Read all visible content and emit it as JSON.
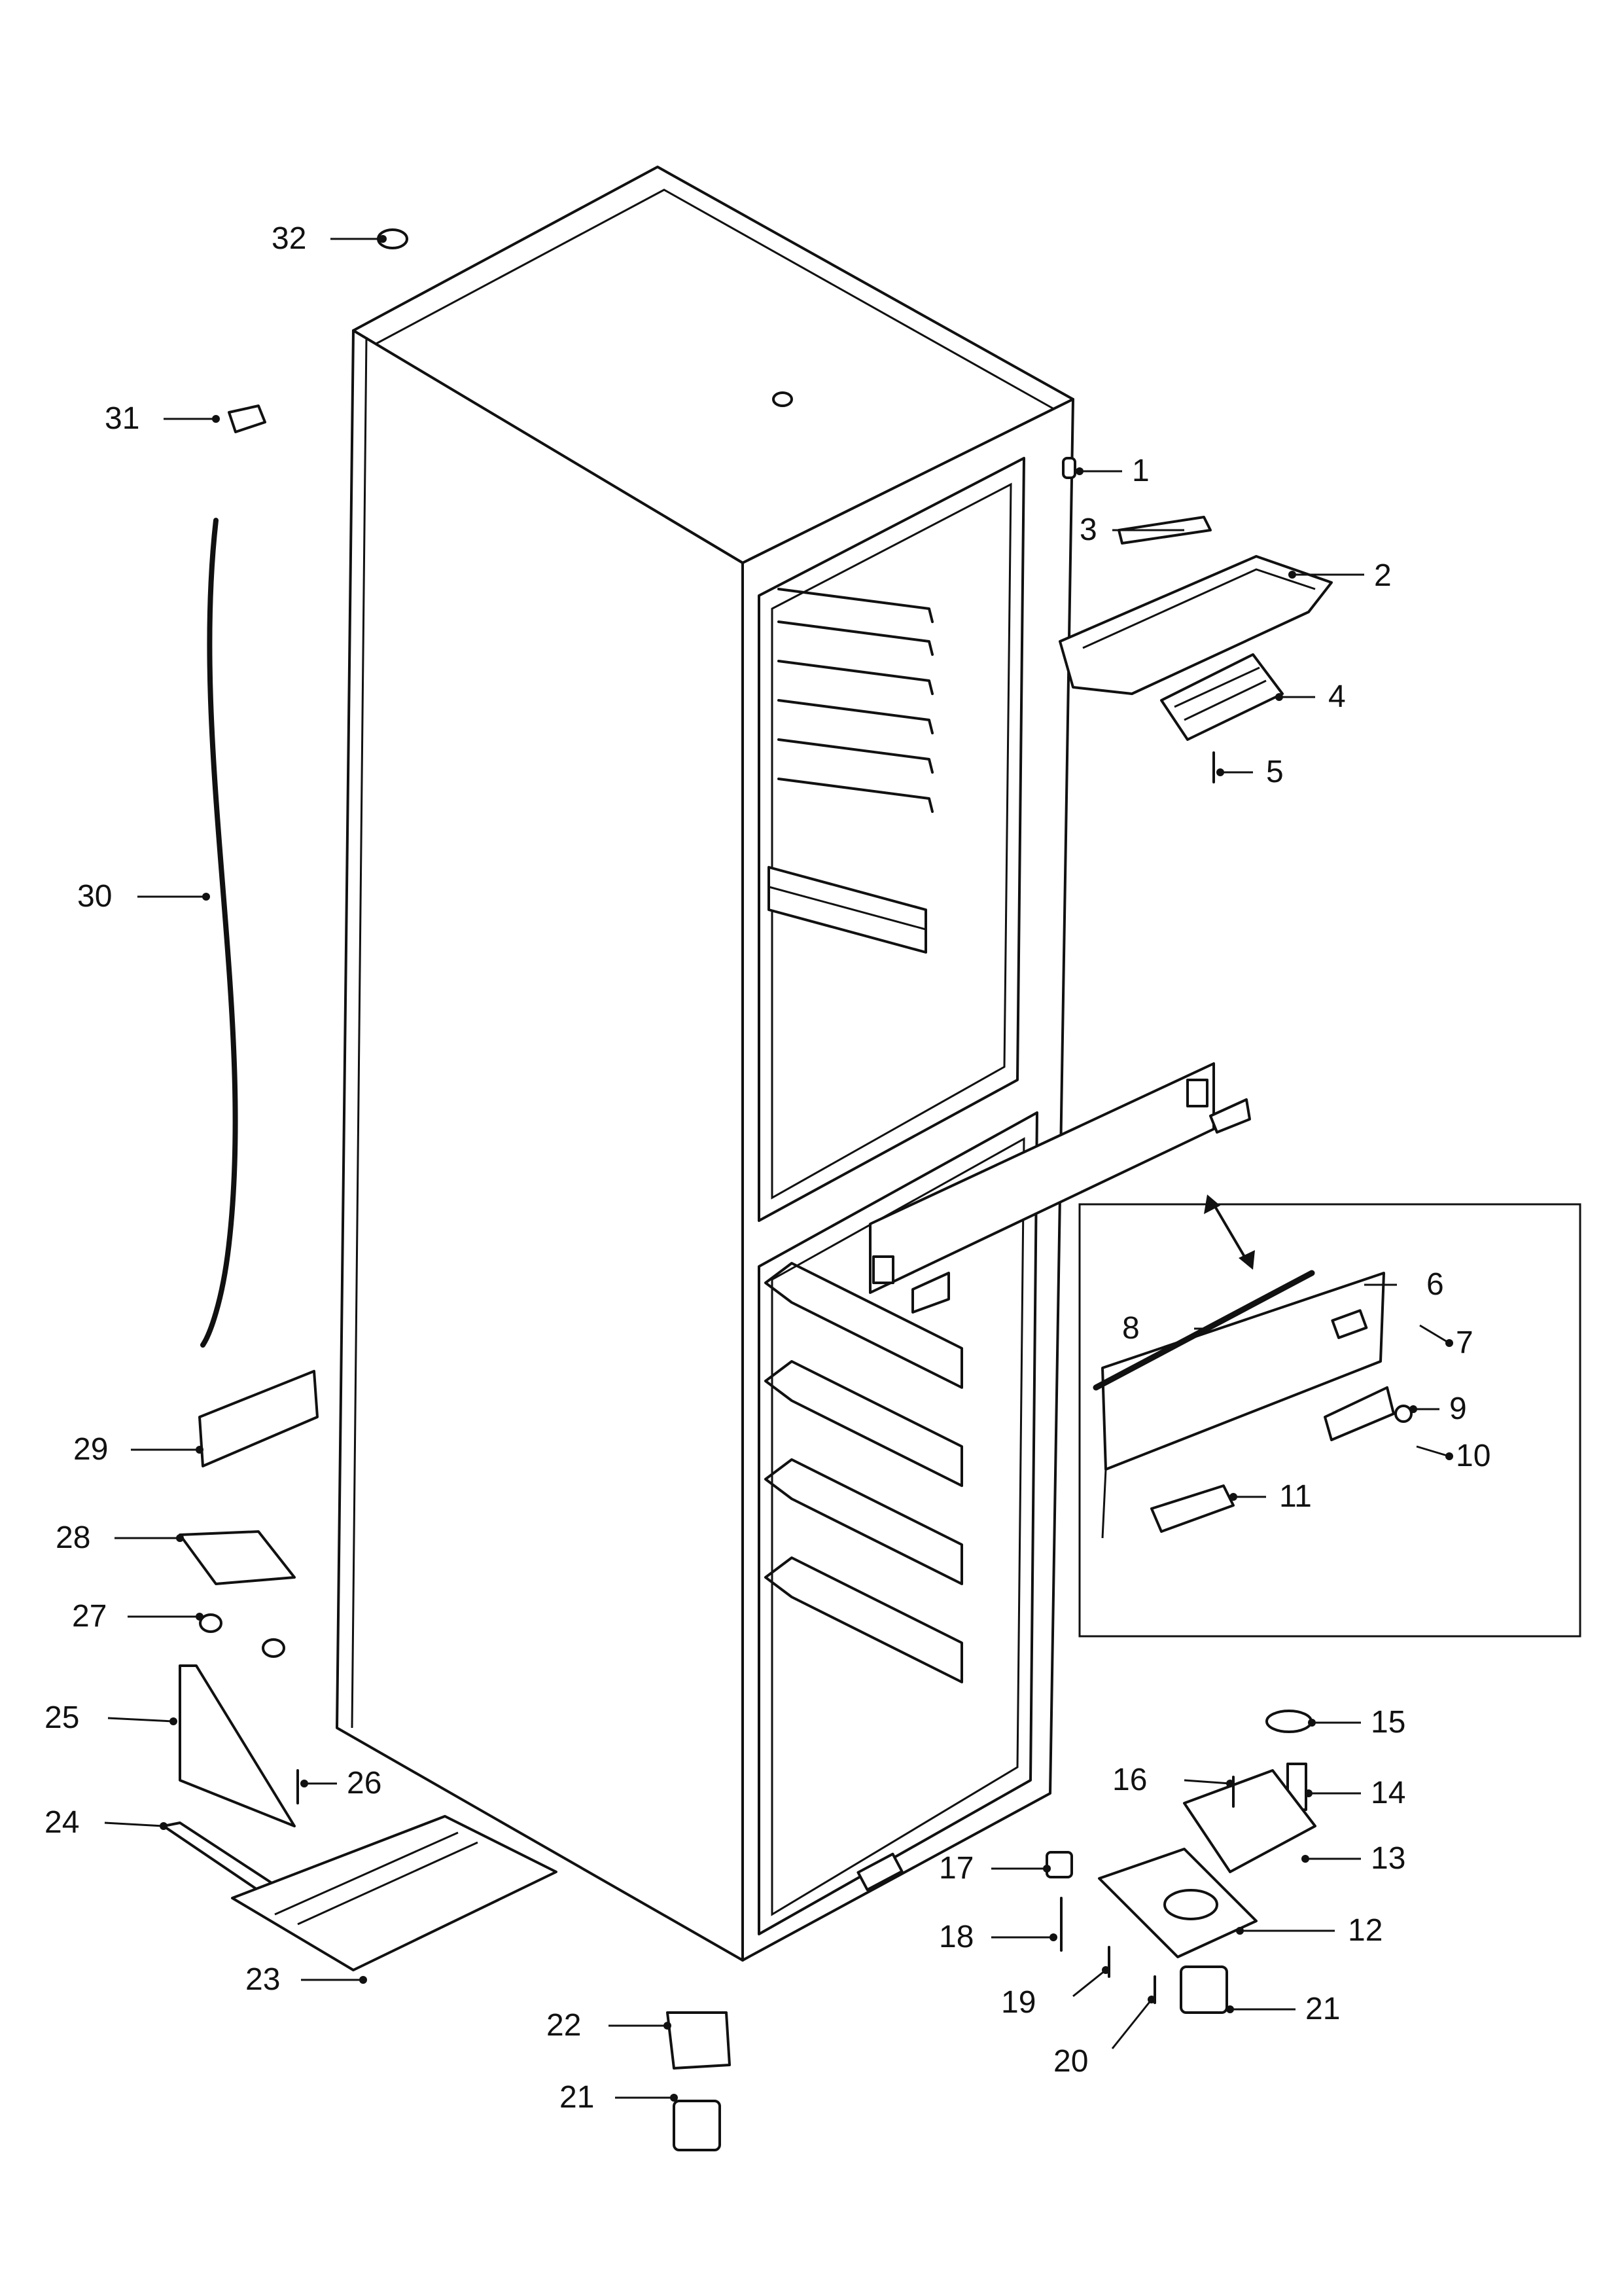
{
  "callouts": [
    {
      "id": "c1",
      "text": "1"
    },
    {
      "id": "c2",
      "text": "2"
    },
    {
      "id": "c3",
      "text": "3"
    },
    {
      "id": "c4",
      "text": "4"
    },
    {
      "id": "c5",
      "text": "5"
    },
    {
      "id": "c6",
      "text": "6"
    },
    {
      "id": "c7",
      "text": "7"
    },
    {
      "id": "c8",
      "text": "8"
    },
    {
      "id": "c9",
      "text": "9"
    },
    {
      "id": "c10",
      "text": "10"
    },
    {
      "id": "c11",
      "text": "11"
    },
    {
      "id": "c12",
      "text": "12"
    },
    {
      "id": "c13",
      "text": "13"
    },
    {
      "id": "c14",
      "text": "14"
    },
    {
      "id": "c15",
      "text": "15"
    },
    {
      "id": "c16",
      "text": "16"
    },
    {
      "id": "c17",
      "text": "17"
    },
    {
      "id": "c18",
      "text": "18"
    },
    {
      "id": "c19",
      "text": "19"
    },
    {
      "id": "c20",
      "text": "20"
    },
    {
      "id": "c21a",
      "text": "21"
    },
    {
      "id": "c21b",
      "text": "21"
    },
    {
      "id": "c22",
      "text": "22"
    },
    {
      "id": "c23",
      "text": "23"
    },
    {
      "id": "c24",
      "text": "24"
    },
    {
      "id": "c25",
      "text": "25"
    },
    {
      "id": "c26",
      "text": "26"
    },
    {
      "id": "c27",
      "text": "27"
    },
    {
      "id": "c28",
      "text": "28"
    },
    {
      "id": "c29",
      "text": "29"
    },
    {
      "id": "c30",
      "text": "30"
    },
    {
      "id": "c31",
      "text": "31"
    },
    {
      "id": "c32",
      "text": "32"
    }
  ]
}
